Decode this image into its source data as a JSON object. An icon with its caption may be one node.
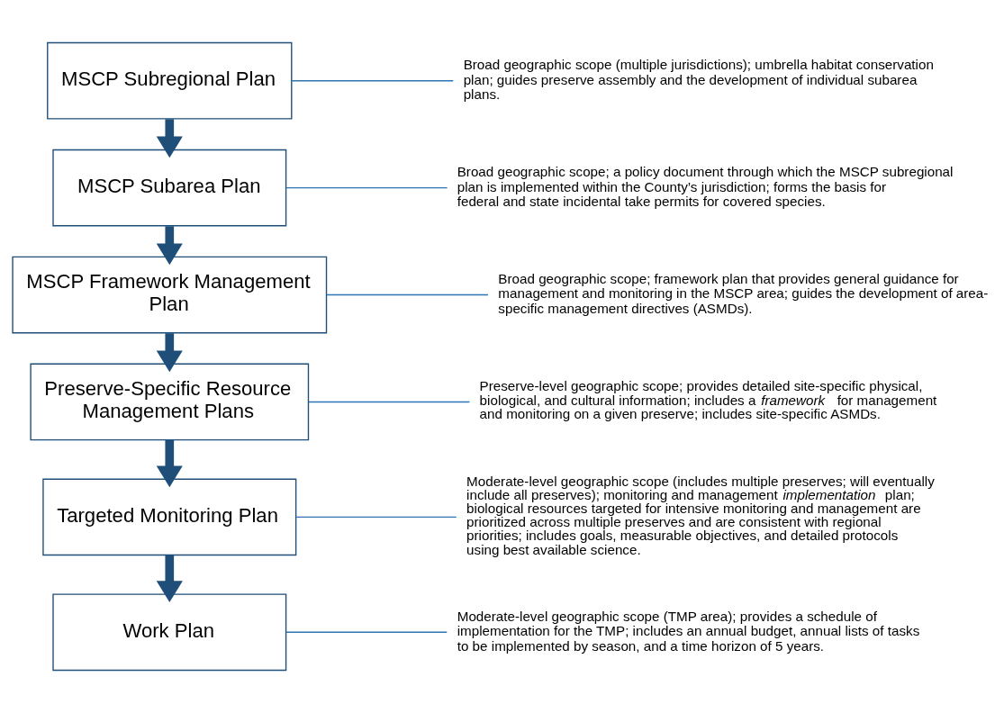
{
  "diagram": {
    "nodes": [
      {
        "text": [
          "MSCP Subregional Plan"
        ]
      },
      {
        "text": [
          "Broad geographic scope (multiple jurisdictions); umbrella habitat conservation plan; guides preserve assembly and the development of individual subarea plans."
        ]
      },
      {
        "text": [
          "MSCP Subarea Plan"
        ]
      },
      {
        "text": [
          "Broad geographic scope; a policy document through which the MSCP subregional plan is implemented within the County’s jurisdiction; forms the basis for federal and state incidental take permits for covered species."
        ]
      },
      {
        "text": [
          "MSCP Framework Management Plan"
        ]
      },
      {
        "text": [
          "Broad geographic scope; framework plan that provides general guidance for management and monitoring in the MSCP area; guides the development of area-specific management directives (ASMDs)."
        ]
      },
      {
        "text": [
          "Preserve-Specific Resource Management Plans"
        ]
      },
      {
        "text": [
          "Preserve-level geographic scope; provides detailed site-specific physical, biological, and cultural information; includes a *framework* for management and monitoring on a given preserve; includes site-specific ASMDs."
        ]
      },
      {
        "text": [
          "Targeted Monitoring Plan"
        ]
      },
      {
        "text": [
          "Moderate-level geographic scope (includes multiple preserves; will eventually include all preserves); monitoring and management *implementation* plan; biological resources targeted for intensive monitoring and management are prioritized across multiple preserves and are consistent with regional priorities; includes goals, measurable objectives, and detailed protocols using best available science."
        ]
      },
      {
        "text": [
          "Work Plan"
        ]
      },
      {
        "text": [
          "Moderate-level geographic scope (TMP area); provides a schedule of implementation for the TMP; includes an annual budget, annual lists of tasks to be implemented by season, and a time horizon of 5 years."
        ]
      }
    ],
    "edges": [
      {
        "from": 0,
        "to": 1,
        "arrow": "none"
      },
      {
        "from": 0,
        "to": 2,
        "arrow": "to",
        "style": "thick",
        "color": "#1f4e79"
      },
      {
        "from": 2,
        "to": 3,
        "arrow": "none"
      },
      {
        "from": 2,
        "to": 4,
        "arrow": "to",
        "style": "thick",
        "color": "#1f4e79"
      },
      {
        "from": 4,
        "to": 5,
        "arrow": "none"
      },
      {
        "from": 4,
        "to": 6,
        "arrow": "to",
        "style": "thick",
        "color": "#1f4e79"
      },
      {
        "from": 6,
        "to": 7,
        "arrow": "none"
      },
      {
        "from": 6,
        "to": 8,
        "arrow": "to",
        "style": "thick",
        "color": "#1f4e79"
      },
      {
        "from": 8,
        "to": 9,
        "arrow": "none"
      },
      {
        "from": 8,
        "to": 10,
        "arrow": "to",
        "style": "thick",
        "color": "#1f4e79"
      },
      {
        "from": 10,
        "to": 11,
        "arrow": "none"
      }
    ]
  }
}
